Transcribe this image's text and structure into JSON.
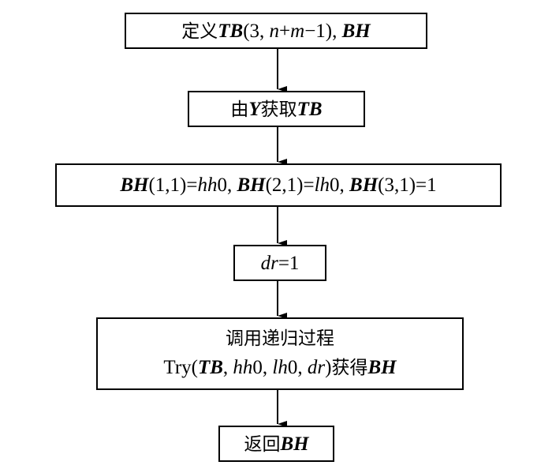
{
  "flowchart": {
    "steps": [
      {
        "id": "define",
        "parts": [
          {
            "t": "定义",
            "s": "cn"
          },
          {
            "t": "TB",
            "s": "bi"
          },
          {
            "t": "(3, ",
            "s": ""
          },
          {
            "t": "n",
            "s": "it"
          },
          {
            "t": "+",
            "s": ""
          },
          {
            "t": "m",
            "s": "it"
          },
          {
            "t": "−1), ",
            "s": ""
          },
          {
            "t": "BH",
            "s": "bi"
          }
        ]
      },
      {
        "id": "get-tb",
        "parts": [
          {
            "t": "由",
            "s": "cn"
          },
          {
            "t": "Y",
            "s": "bi"
          },
          {
            "t": "获取",
            "s": "cn"
          },
          {
            "t": "TB",
            "s": "bi"
          }
        ]
      },
      {
        "id": "init-bh",
        "parts": [
          {
            "t": "BH",
            "s": "bi"
          },
          {
            "t": "(1,1)=",
            "s": ""
          },
          {
            "t": "hh",
            "s": "it"
          },
          {
            "t": "0, ",
            "s": ""
          },
          {
            "t": "BH",
            "s": "bi"
          },
          {
            "t": "(2,1)=",
            "s": ""
          },
          {
            "t": "lh",
            "s": "it"
          },
          {
            "t": "0, ",
            "s": ""
          },
          {
            "t": "BH",
            "s": "bi"
          },
          {
            "t": "(3,1)=1",
            "s": ""
          }
        ]
      },
      {
        "id": "set-dr",
        "parts": [
          {
            "t": "dr",
            "s": "it"
          },
          {
            "t": "=1",
            "s": ""
          }
        ]
      },
      {
        "id": "call-try",
        "line1": "调用递归过程",
        "parts": [
          {
            "t": "Try(",
            "s": ""
          },
          {
            "t": "TB",
            "s": "bi"
          },
          {
            "t": ", ",
            "s": ""
          },
          {
            "t": "hh",
            "s": "it"
          },
          {
            "t": "0, ",
            "s": ""
          },
          {
            "t": "lh",
            "s": "it"
          },
          {
            "t": "0, ",
            "s": ""
          },
          {
            "t": "dr",
            "s": "it"
          },
          {
            "t": ")",
            "s": ""
          },
          {
            "t": "获得",
            "s": "cn"
          },
          {
            "t": "BH",
            "s": "bi"
          }
        ]
      },
      {
        "id": "return-bh",
        "parts": [
          {
            "t": "返回",
            "s": "cn"
          },
          {
            "t": "BH",
            "s": "bi"
          }
        ]
      }
    ]
  }
}
